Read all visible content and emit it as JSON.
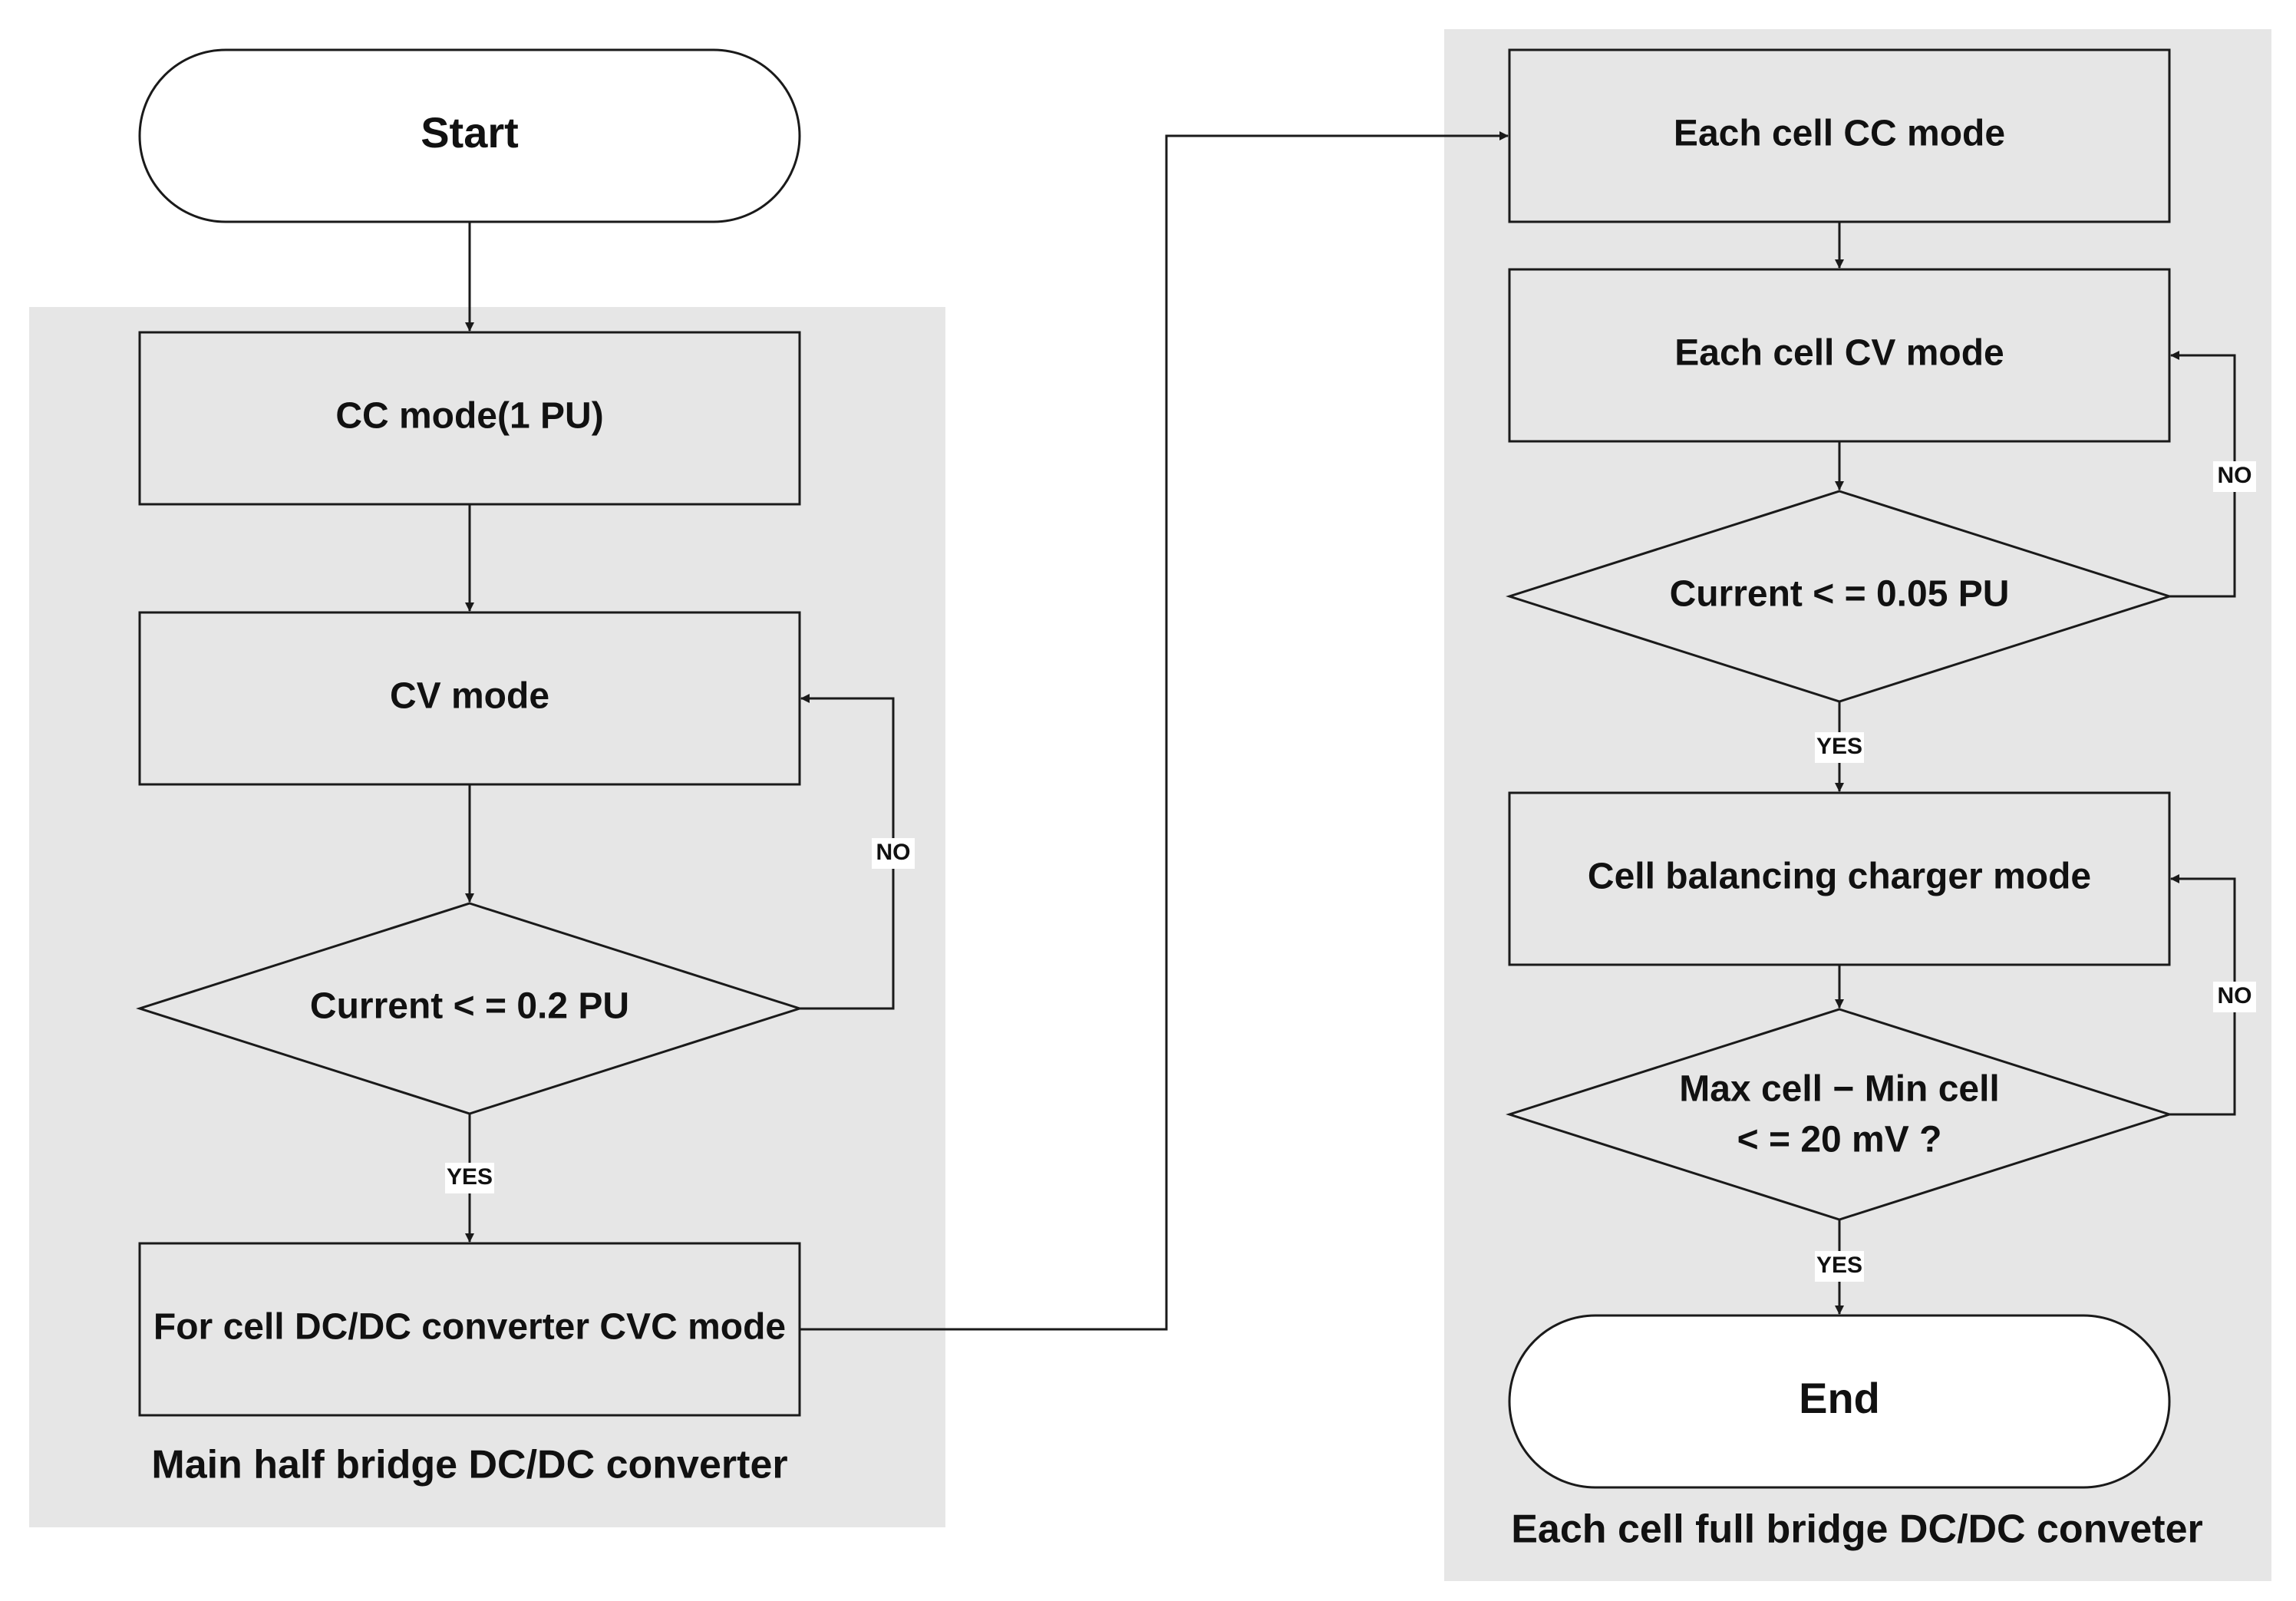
{
  "groups": {
    "main": {
      "label": "Main half bridge DC/DC converter"
    },
    "cell": {
      "label": "Each cell full bridge DC/DC conveter"
    }
  },
  "nodes": {
    "start": "Start",
    "cc_mode": "CC mode(1 PU)",
    "cv_mode": "CV mode",
    "decision_main": "Current < = 0.2 PU",
    "cvc_mode": "For cell DC/DC converter CVC mode",
    "each_cc": "Each cell CC mode",
    "each_cv": "Each cell CV mode",
    "decision_cell": "Current < = 0.05 PU",
    "balancing": "Cell balancing charger mode",
    "decision_diff_line1": "Max cell − Min cell",
    "decision_diff_line2": "< = 20 mV ?",
    "end": "End"
  },
  "edge_labels": {
    "no_main": "NO",
    "yes_main": "YES",
    "no_cell": "NO",
    "yes_cell": "YES",
    "no_diff": "NO",
    "yes_diff": "YES"
  },
  "colors": {
    "group_fill": "#e6e6e6",
    "node_fill": "#e6e6e6",
    "terminal_fill": "#ffffff",
    "stroke": "#1a1a1a"
  }
}
